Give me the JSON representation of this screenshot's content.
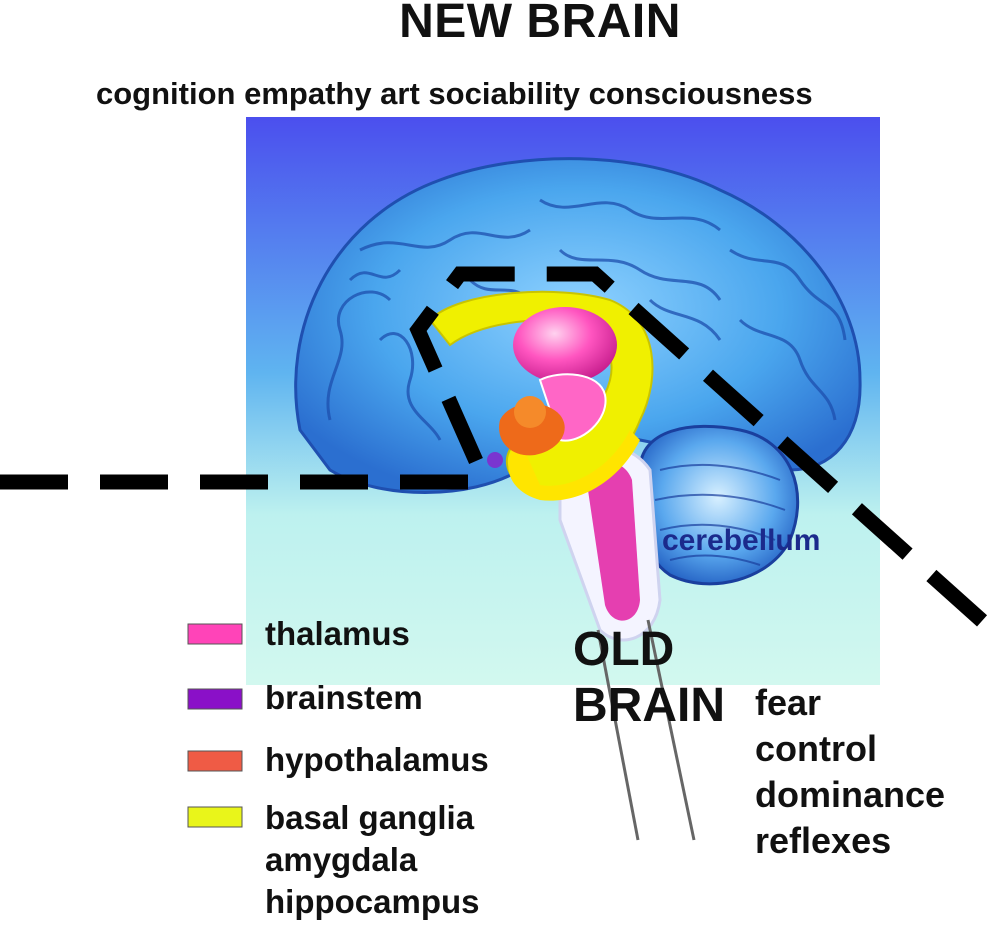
{
  "header": {
    "title": "NEW BRAIN",
    "subtitle": "cognition empathy art sociability consciousness"
  },
  "labels": {
    "cerebellum": "cerebellum",
    "old_brain_line1": "OLD",
    "old_brain_line2": "BRAIN",
    "old_brain_traits": [
      "fear",
      "control",
      "dominance",
      "reflexes"
    ]
  },
  "legend": [
    {
      "label": "thalamus",
      "color": "#ff44b8"
    },
    {
      "label": "brainstem",
      "color": "#8a10c8"
    },
    {
      "label": "hypothalamus",
      "color": "#ef5b45"
    },
    {
      "label": "basal ganglia",
      "color": "#e9f51a"
    }
  ],
  "legend_extra": [
    "amygdala",
    "hippocampus"
  ],
  "colors": {
    "background_top": "#5a5df0",
    "background_bottom": "#c7f7ee",
    "cortex": "#4aa3ea",
    "boundary_line": "#000000"
  }
}
